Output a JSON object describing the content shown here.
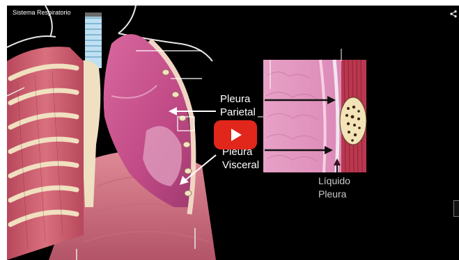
{
  "video": {
    "title": "Sistema Respiratorio",
    "share_icon": "share-icon",
    "play_icon": "play-icon",
    "play_button_color": "#e1261c"
  },
  "diagram": {
    "label_parietal_1": "Pleura",
    "label_parietal_2": "Parietal",
    "label_visceral_1": "Pleura",
    "label_visceral_2": "Visceral",
    "label_liquid_1": "Líquido",
    "label_liquid_2": "Pleura"
  }
}
